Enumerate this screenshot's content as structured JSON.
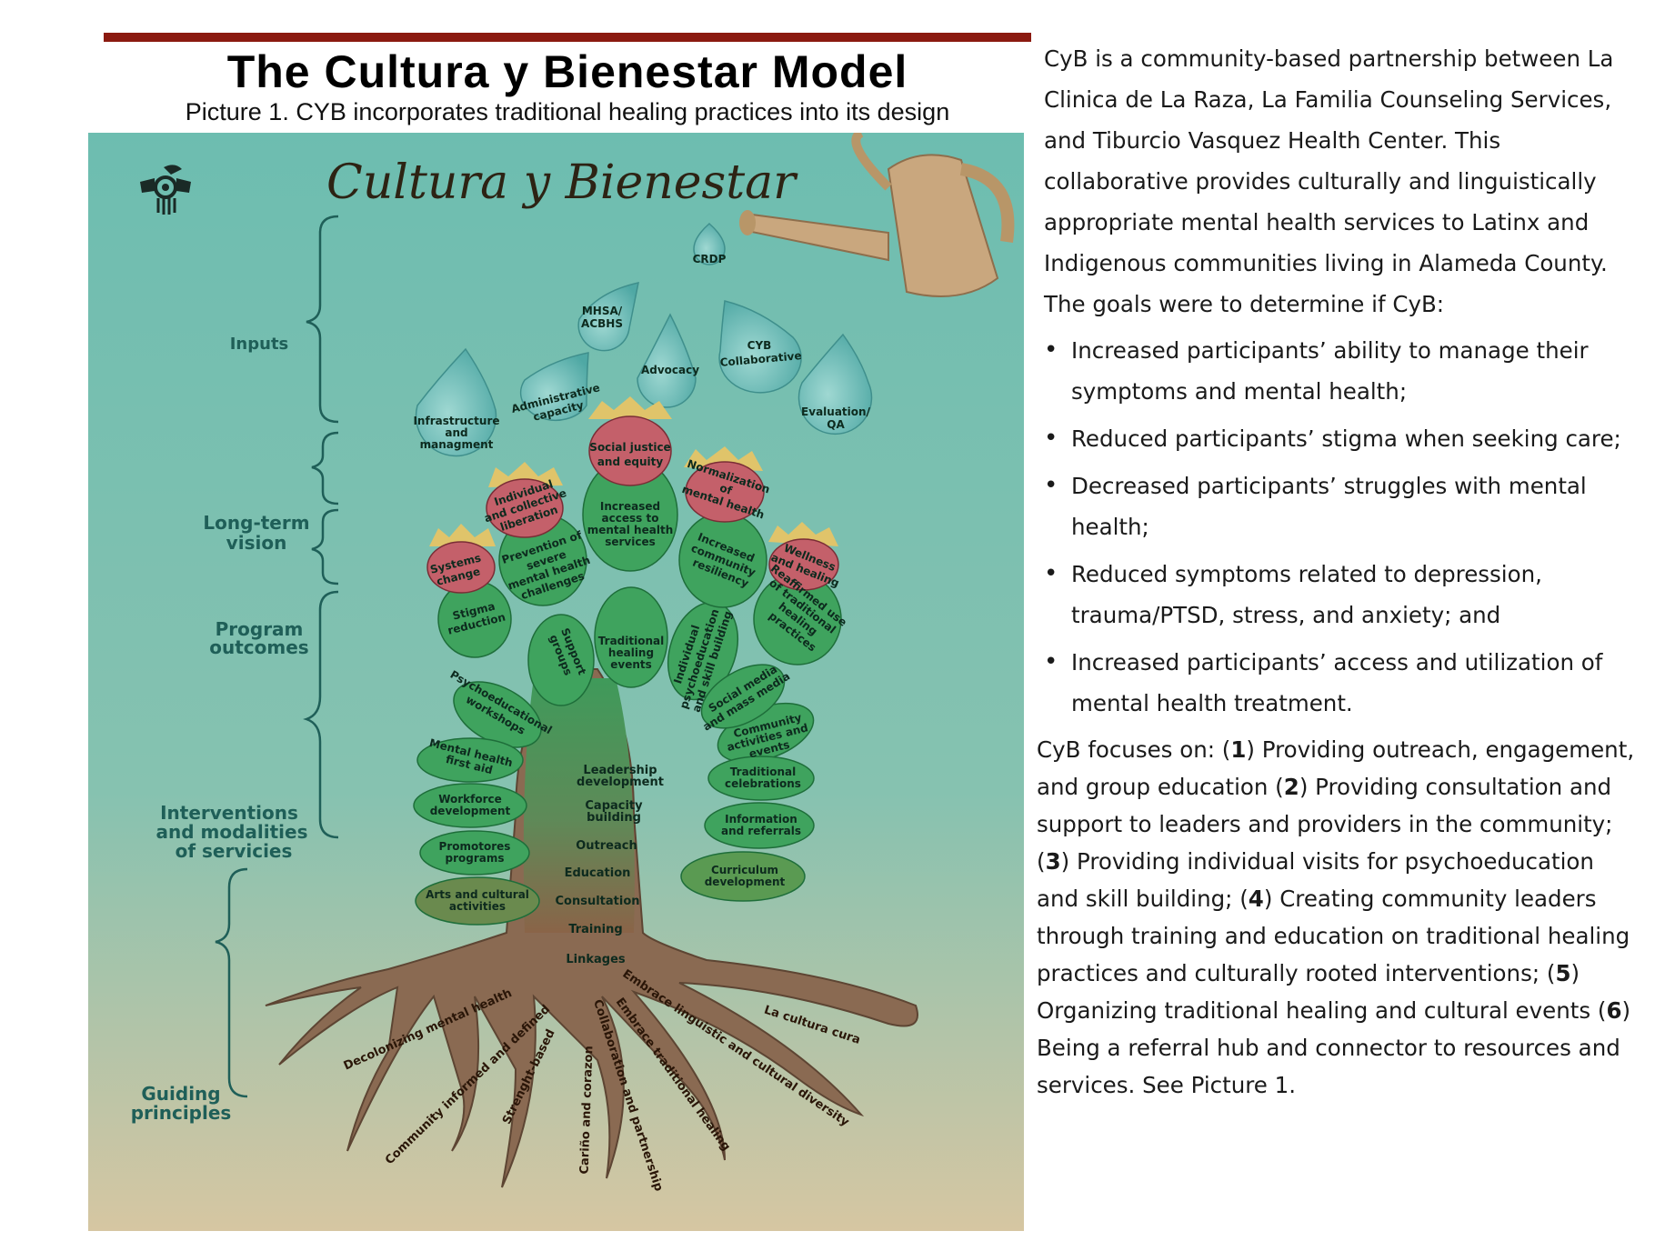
{
  "header": {
    "title": "The Cultura y Bienestar Model",
    "subtitle": "Picture 1. CYB incorporates traditional healing practices into its design"
  },
  "poster": {
    "title": "Cultura y Bienestar",
    "side_labels": {
      "inputs": "Inputs",
      "long_term_1": "Long-term",
      "long_term_2": "vision",
      "outcomes_1": "Program",
      "outcomes_2": "outcomes",
      "interventions_1": "Interventions",
      "interventions_2": "and modalities",
      "interventions_3": "of servicies",
      "guiding_1": "Guiding",
      "guiding_2": "principles"
    },
    "drops": {
      "crdp": "CRDP",
      "mhsa_1": "MHSA/",
      "mhsa_2": "ACBHS",
      "admin_1": "Administrative",
      "admin_2": "capacity",
      "advocacy": "Advocacy",
      "cyb_1": "CYB",
      "cyb_2": "Collaborative",
      "infra_1": "Infrastructure",
      "infra_2": "and",
      "infra_3": "managment",
      "eval_1": "Evaluation/",
      "eval_2": "QA"
    },
    "vision": {
      "justice_1": "Social justice",
      "justice_2": "and equity",
      "liberation_1": "Individual",
      "liberation_2": "and collective",
      "liberation_3": "liberation",
      "normal_1": "Normalization",
      "normal_2": "of",
      "normal_3": "mental health",
      "systems_1": "Systems",
      "systems_2": "change",
      "wellness_1": "Wellness",
      "wellness_2": "and healing"
    },
    "outcomes": {
      "access_1": "Increased",
      "access_2": "access to",
      "access_3": "mental health",
      "access_4": "services",
      "prevention_1": "Prevention of",
      "prevention_2": "severe",
      "prevention_3": "mental health",
      "prevention_4": "challenges",
      "resiliency_1": "Increased",
      "resiliency_2": "community",
      "resiliency_3": "resiliency",
      "stigma_1": "Stigma",
      "stigma_2": "reduction",
      "reaffirmed_1": "Reaffirmed use",
      "reaffirmed_2": "of traditional",
      "reaffirmed_3": "healing",
      "reaffirmed_4": "practices"
    },
    "interventions": {
      "support_1": "Support",
      "support_2": "groups",
      "traditional_1": "Traditional",
      "traditional_2": "healing",
      "traditional_3": "events",
      "individual_1": "Individual",
      "individual_2": "psychoeducation",
      "individual_3": "and skill building",
      "social_1": "Social media",
      "social_2": "and mass media",
      "psycho_1": "Psychoeducational",
      "psycho_2": "workshops",
      "community_1": "Community",
      "community_2": "activities and",
      "community_3": "events",
      "mhfa_1": "Mental health",
      "mhfa_2": "first aid",
      "celebrations_1": "Traditional",
      "celebrations_2": "celebrations",
      "workforce_1": "Workforce",
      "workforce_2": "development",
      "info_1": "Information",
      "info_2": "and referrals",
      "promotores_1": "Promotores",
      "promotores_2": "programs",
      "curriculum_1": "Curriculum",
      "curriculum_2": "development",
      "arts_1": "Arts and cultural",
      "arts_2": "activities"
    },
    "trunk": {
      "leadership_1": "Leadership",
      "leadership_2": "development",
      "capacity_1": "Capacity",
      "capacity_2": "building",
      "outreach": "Outreach",
      "education": "Education",
      "consultation": "Consultation",
      "training": "Training",
      "linkages": "Linkages"
    },
    "roots": {
      "decolonizing": "Decolonizing mental health",
      "community_informed": "Community informed and defined",
      "strength": "Strenght-based",
      "carino": "Cariño and corazon",
      "collaboration": "Collaboration and partnership",
      "embrace_healing": "Embrace traditional healing",
      "embrace_linguistic": "Embrace linguistic and cultural diversity",
      "cultura_cura": "La cultura cura"
    }
  },
  "side_text": {
    "intro": "CyB is a community-based partnership between La Clinica de La Raza, La Familia Counseling Services, and Tiburcio Vasquez Health Center. This collaborative provides culturally and linguistically appropriate mental health services to Latinx and Indigenous communities living in Alameda County. The goals were to determine if CyB:",
    "bullets": [
      "Increased participants’ ability to manage their symptoms and mental health;",
      "Reduced participants’ stigma when seeking care;",
      "Decreased participants’ struggles with mental health;",
      "Reduced symptoms related to depression, trauma/PTSD, stress, and anxiety; and",
      "Increased participants’ access and utilization of mental health treatment."
    ],
    "focus": {
      "lead": "CyB focuses on: (",
      "n1": "1",
      "t1": ") Providing outreach, engagement, and group education (",
      "n2": "2",
      "t2": ") Providing consultation and support to leaders and providers in the community; (",
      "n3": "3",
      "t3": ") Providing individual visits for psychoeducation and skill building; (",
      "n4": "4",
      "t4": ") Creating community leaders through training and education on traditional healing practices and culturally rooted interventions; (",
      "n5": "5",
      "t5": ") Organizing traditional healing and cultural events (",
      "n6": "6",
      "t6": ") Being a referral hub and connector to resources and services. See Picture 1."
    }
  },
  "colors": {
    "bar": "#8b1a10",
    "teal_bg": "#6fbcae",
    "leaf": "#3fa35e",
    "flower": "#c4606a",
    "trunk": "#8a6a52"
  }
}
